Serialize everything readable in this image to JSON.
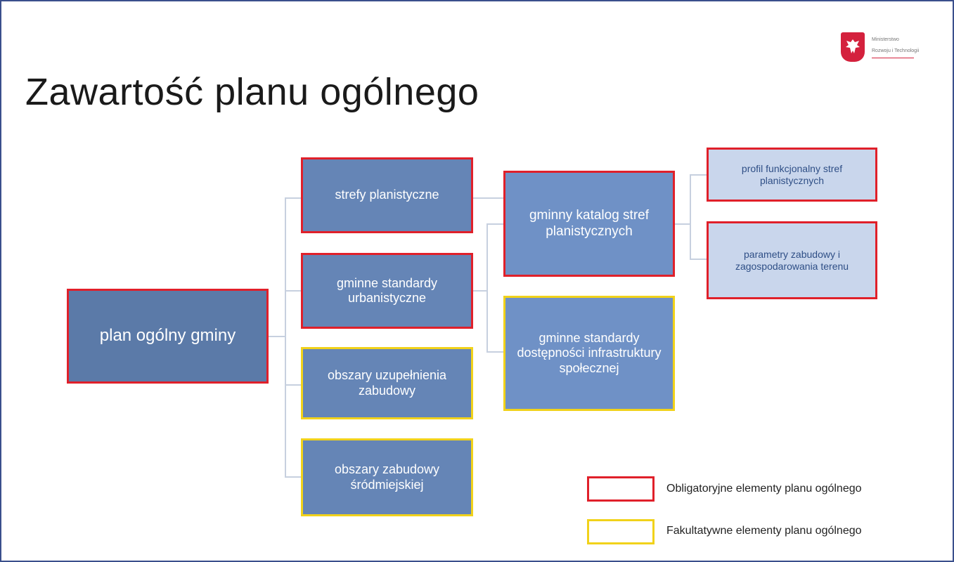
{
  "header": {
    "title": "Zawartość planu ogólnego",
    "logo_text_line1": "Ministerstwo",
    "logo_text_line2": "Rozwoju i Technologii"
  },
  "diagram": {
    "root": "plan ogólny gminy",
    "level1": [
      "strefy planistyczne",
      "gminne standardy urbanistyczne",
      "obszary uzupełnienia zabudowy",
      "obszary zabudowy śródmiejskiej"
    ],
    "level2": [
      "gminny katalog stref planistycznych",
      "gminne standardy dostępności infrastruktury społecznej"
    ],
    "level3": [
      "profil funkcjonalny stref planistycznych",
      "parametry zabudowy i zagospodarowania terenu"
    ]
  },
  "legend": {
    "mandatory": "Obligatoryjne elementy planu ogólnego",
    "optional": "Fakultatywne elementy planu ogólnego"
  },
  "colors": {
    "mandatory_border": "#e0202a",
    "optional_border": "#f1d21a",
    "box_fill": "#6585b6",
    "connector": "#c7d0df"
  }
}
